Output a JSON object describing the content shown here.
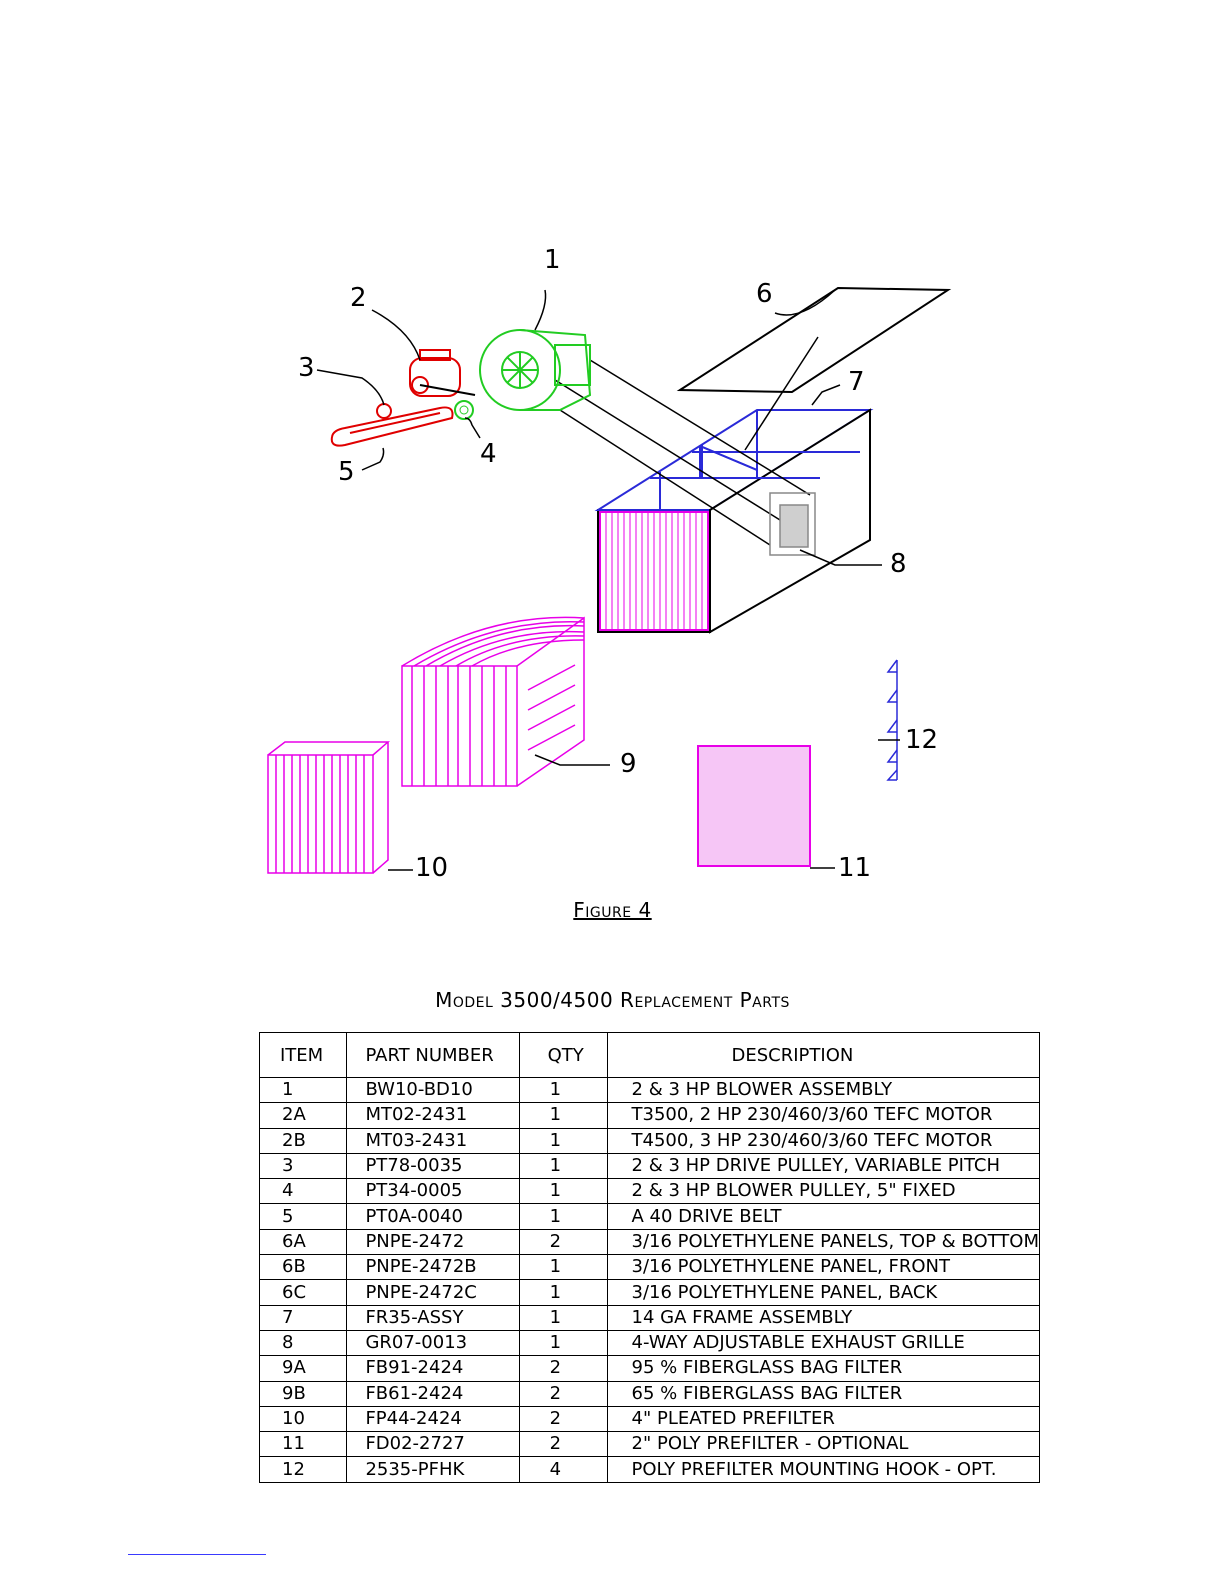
{
  "figure": {
    "callouts": [
      "1",
      "2",
      "3",
      "4",
      "5",
      "6",
      "7",
      "8",
      "9",
      "10",
      "11",
      "12"
    ],
    "caption": "Figure 4",
    "colors": {
      "motor": "#e00000",
      "blower": "#22cc22",
      "frame": "#2a2ad8",
      "filter": "#e800e8",
      "outline": "#000000",
      "grille": "#888888"
    }
  },
  "table": {
    "title": "Model 3500/4500 Replacement Parts",
    "headers": {
      "item": "ITEM",
      "part": "PART NUMBER",
      "qty": "QTY",
      "desc": "DESCRIPTION"
    },
    "rows": [
      {
        "item": "1",
        "part": "BW10-BD10",
        "qty": "1",
        "desc": "2 & 3 HP BLOWER ASSEMBLY"
      },
      {
        "item": "2A",
        "part": "MT02-2431",
        "qty": "1",
        "desc": "T3500, 2 HP 230/460/3/60 TEFC MOTOR"
      },
      {
        "item": "2B",
        "part": "MT03-2431",
        "qty": "1",
        "desc": "T4500, 3 HP 230/460/3/60 TEFC MOTOR"
      },
      {
        "item": "3",
        "part": "PT78-0035",
        "qty": "1",
        "desc": "2 & 3 HP DRIVE PULLEY, VARIABLE PITCH"
      },
      {
        "item": "4",
        "part": "PT34-0005",
        "qty": "1",
        "desc": "2 & 3 HP BLOWER PULLEY, 5\" FIXED"
      },
      {
        "item": "5",
        "part": "PT0A-0040",
        "qty": "1",
        "desc": "A 40 DRIVE BELT"
      },
      {
        "item": "6A",
        "part": "PNPE-2472",
        "qty": "2",
        "desc": "3/16 POLYETHYLENE PANELS, TOP & BOTTOM"
      },
      {
        "item": "6B",
        "part": "PNPE-2472B",
        "qty": "1",
        "desc": "3/16 POLYETHYLENE PANEL, FRONT"
      },
      {
        "item": "6C",
        "part": "PNPE-2472C",
        "qty": "1",
        "desc": "3/16 POLYETHYLENE PANEL, BACK"
      },
      {
        "item": "7",
        "part": "FR35-ASSY",
        "qty": "1",
        "desc": "14 GA FRAME ASSEMBLY"
      },
      {
        "item": "8",
        "part": "GR07-0013",
        "qty": "1",
        "desc": "4-WAY ADJUSTABLE EXHAUST GRILLE"
      },
      {
        "item": "9A",
        "part": "FB91-2424",
        "qty": "2",
        "desc": "95 % FIBERGLASS BAG FILTER"
      },
      {
        "item": "9B",
        "part": "FB61-2424",
        "qty": "2",
        "desc": "65 % FIBERGLASS BAG FILTER"
      },
      {
        "item": "10",
        "part": "FP44-2424",
        "qty": "2",
        "desc": "4\" PLEATED PREFILTER"
      },
      {
        "item": "11",
        "part": "FD02-2727",
        "qty": "2",
        "desc": "2\" POLY PREFILTER - OPTIONAL"
      },
      {
        "item": "12",
        "part": "2535-PFHK",
        "qty": "4",
        "desc": "POLY PREFILTER MOUNTING HOOK - OPT."
      }
    ]
  }
}
